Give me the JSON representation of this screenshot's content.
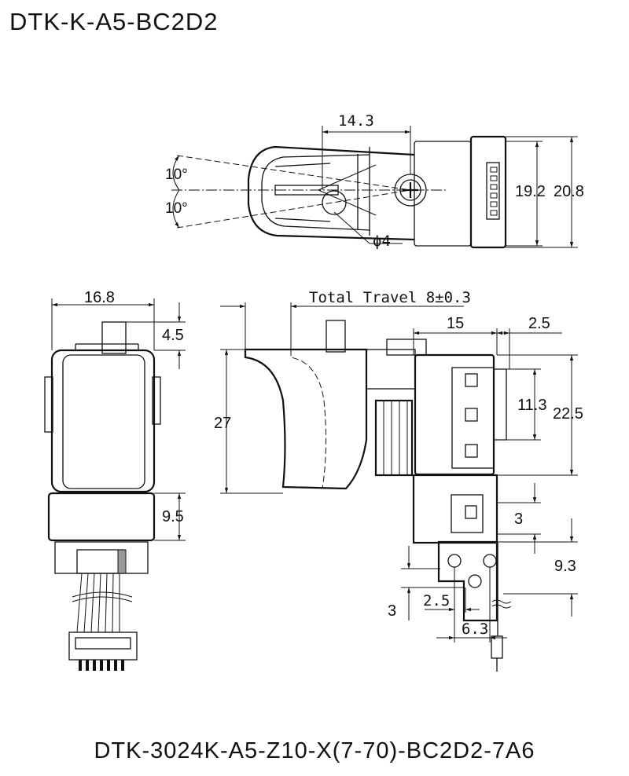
{
  "header": {
    "model": "DTK-K-A5-BC2D2"
  },
  "footer": {
    "part_number": "DTK-3024K-A5-Z10-X(7-70)-BC2D2-7A6"
  },
  "top_view": {
    "dim_width": "14.3",
    "angle_upper": "10°",
    "angle_lower": "10°",
    "dim_inner_height": "19.2",
    "dim_outer_height": "20.8",
    "dim_pin_diameter": "ϕ4"
  },
  "front_view": {
    "dim_width": "16.8",
    "dim_shaft": "4.5",
    "dim_lower_block": "9.5"
  },
  "side_view": {
    "dim_total_travel": "Total Travel 8±0.3",
    "dim_height": "27",
    "dim_depth": "15",
    "dim_right_offset": "2.5",
    "dim_slot_height": "11.3",
    "dim_body_height": "22.5",
    "dim_tab": "3",
    "dim_hole_height": "9.3",
    "dim_hole_offset": "3",
    "dim_hole_spacing_small": "2.5",
    "dim_hole_spacing": "6.3"
  }
}
